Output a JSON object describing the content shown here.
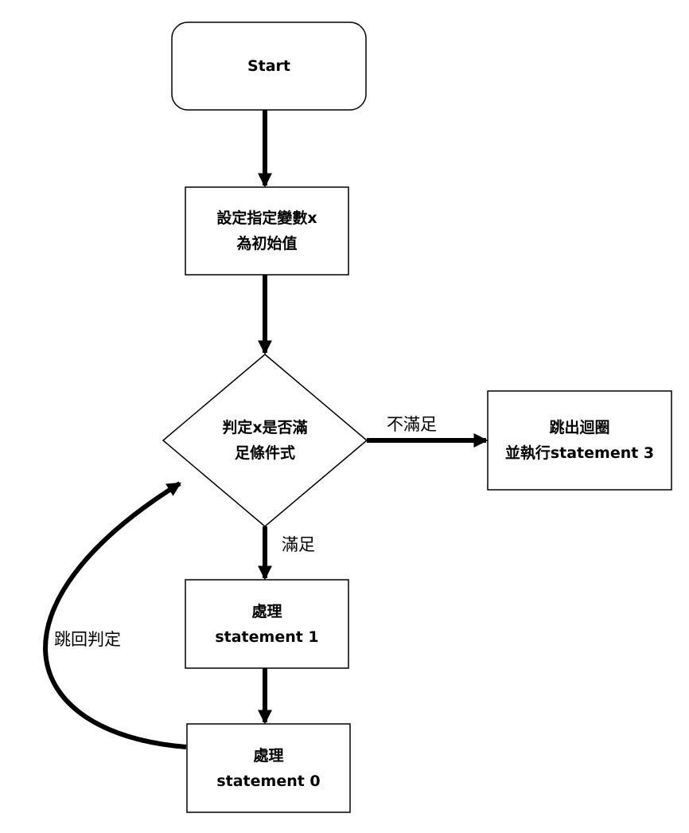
{
  "nodes": {
    "start": {
      "label": "Start"
    },
    "init": {
      "line1": "設定指定變數x",
      "line2": "為初始值"
    },
    "condition": {
      "line1": "判定x是否滿",
      "line2": "足條件式"
    },
    "exit": {
      "line1": "跳出迴圈",
      "line2": "並執行statement 3"
    },
    "process1": {
      "line1": "處理",
      "line2": "statement 1"
    },
    "process0": {
      "line1": "處理",
      "line2": "statement 0"
    }
  },
  "edges": {
    "not_satisfied": "不滿足",
    "satisfied": "滿足",
    "jump_back": "跳回判定"
  },
  "colors": {
    "stroke": "#000000",
    "fill": "#ffffff",
    "text": "#000000"
  }
}
